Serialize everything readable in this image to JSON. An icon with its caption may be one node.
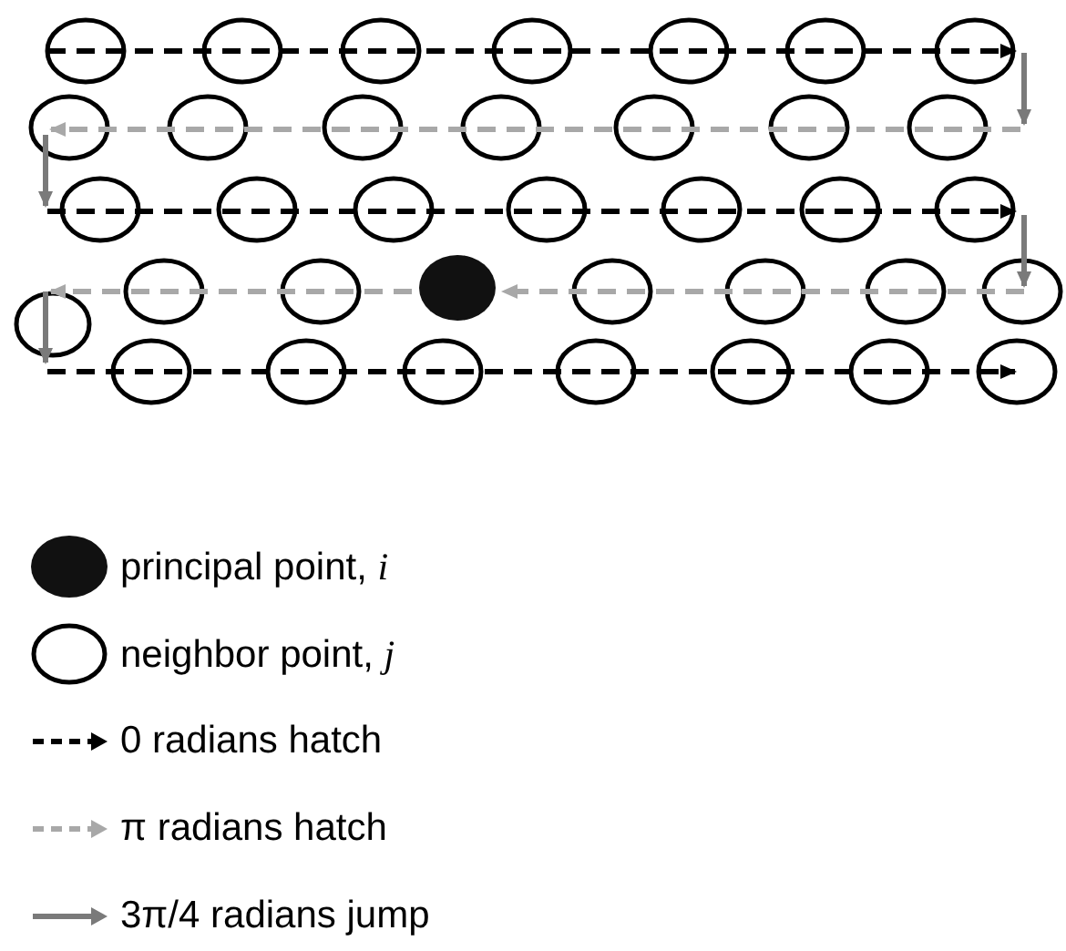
{
  "diagram": {
    "legend": [
      {
        "text": "principal point, *i*"
      },
      {
        "text": "neighbor point, *j*"
      },
      {
        "text": "0 radians hatch"
      },
      {
        "text": "π radians hatch"
      },
      {
        "text": "3π/4 radians jump"
      }
    ]
  }
}
